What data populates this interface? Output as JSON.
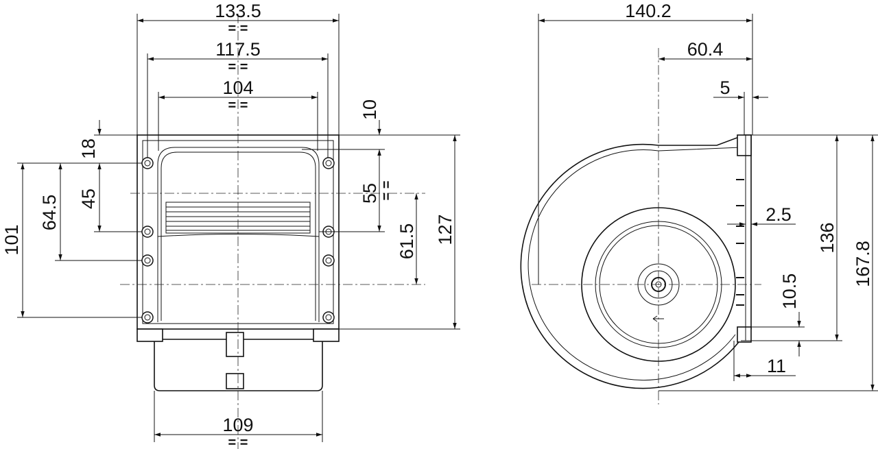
{
  "front_view": {
    "width_outer": "133.5",
    "width_holes_outer": "117.5",
    "width_holes_inner": "104",
    "width_bottom": "109",
    "top_offset": "10",
    "hole_offset_top": "18",
    "hole_spacing_upper": "45",
    "hole_spacing_mid": "64.5",
    "hole_spacing_total": "101",
    "outlet_height": "55",
    "center_offset": "61.5",
    "height_flange": "127",
    "symmetry_mark": "= ="
  },
  "side_view": {
    "overall_width": "140.2",
    "axis_offset": "60.4",
    "flange_thickness": "5",
    "gap": "2.5",
    "height_flange": "136",
    "overall_height": "167.8",
    "bottom_offset": "10.5",
    "foot_width": "11"
  }
}
